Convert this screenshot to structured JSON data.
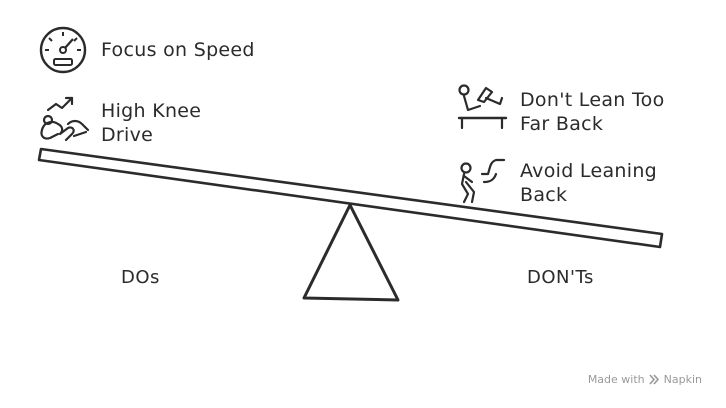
{
  "dos": {
    "heading": "DOs",
    "items": [
      {
        "icon": "speedometer-icon",
        "lines": [
          "Focus on Speed"
        ]
      },
      {
        "icon": "high-knee-runner-icon",
        "lines": [
          "High Knee",
          "Drive"
        ]
      }
    ]
  },
  "donts": {
    "heading": "DON'Ts",
    "items": [
      {
        "icon": "leaning-back-figure-icon",
        "lines": [
          "Don't Lean Too",
          "Far Back"
        ]
      },
      {
        "icon": "backward-lean-walker-icon",
        "lines": [
          "Avoid Leaning",
          "Back"
        ]
      }
    ]
  },
  "watermark": {
    "prefix": "Made with",
    "brand": "Napkin"
  },
  "colors": {
    "ink": "#2b2b2b",
    "watermark": "#9a9a9a"
  }
}
